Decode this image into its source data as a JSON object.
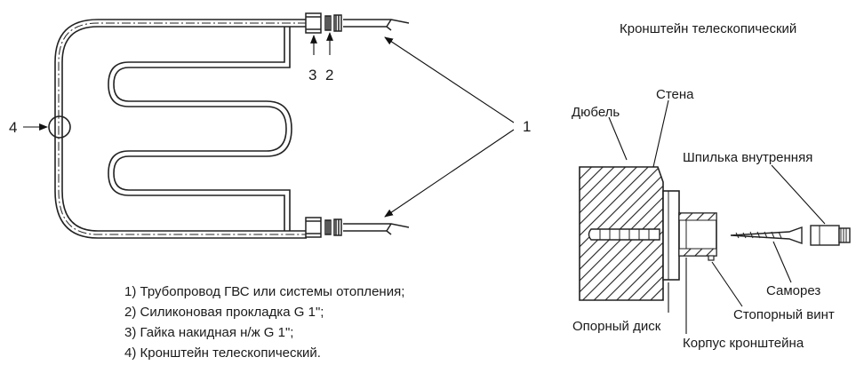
{
  "diagram": {
    "title": "Кронштейн телескопический",
    "callouts": {
      "c1": "1",
      "c2": "2",
      "c3": "3",
      "c4": "4"
    },
    "legend": [
      "1) Трубопровод ГВС или системы отопления;",
      "2) Силиконовая прокладка G 1\";",
      "3) Гайка накидная н/ж G 1\";",
      "4) Кронштейн телескопический."
    ],
    "bracket_labels": {
      "dowel": "Дюбель",
      "wall": "Стена",
      "inner_stud": "Шпилька внутренняя",
      "screw": "Саморез",
      "set_screw": "Стопорный винт",
      "support_disc": "Опорный диск",
      "bracket_body": "Корпус кронштейна"
    }
  }
}
